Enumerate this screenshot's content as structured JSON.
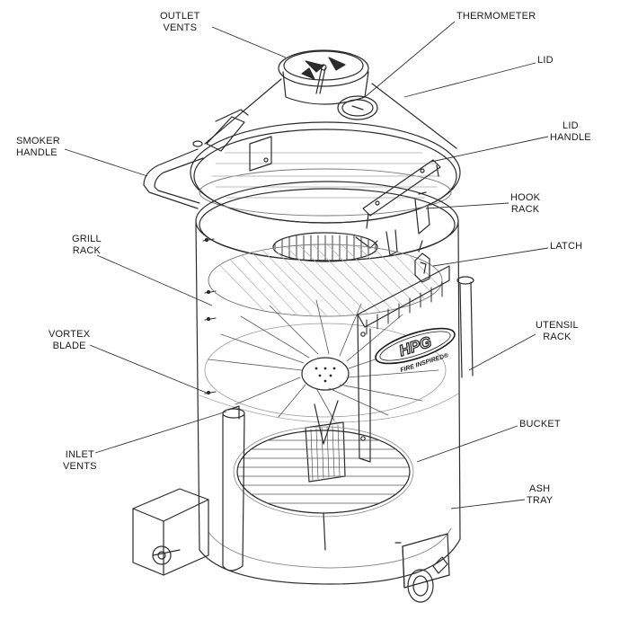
{
  "labels": {
    "outlet_vents": [
      "OUTLET",
      "VENTS"
    ],
    "thermometer": "THERMOMETER",
    "lid": "LID",
    "smoker_handle": [
      "SMOKER",
      "HANDLE"
    ],
    "lid_handle": [
      "LID",
      "HANDLE"
    ],
    "hook_rack": [
      "HOOK",
      "RACK"
    ],
    "grill_rack": [
      "GRILL",
      "RACK"
    ],
    "latch": "LATCH",
    "vortex_blade": [
      "VORTEX",
      "BLADE"
    ],
    "utensil_rack": [
      "UTENSIL",
      "RACK"
    ],
    "inlet_vents": [
      "INLET",
      "VENTS"
    ],
    "bucket": "BUCKET",
    "ash_tray": [
      "ASH",
      "TRAY"
    ]
  },
  "logo": {
    "mark": "HPG",
    "tagline": "FIRE INSPIRED"
  },
  "colors": {
    "ink": "#1a1a1a",
    "leader": "#333333",
    "line_art": "#2b2b2b",
    "hatch": "#9a9a9a",
    "background": "#ffffff"
  }
}
